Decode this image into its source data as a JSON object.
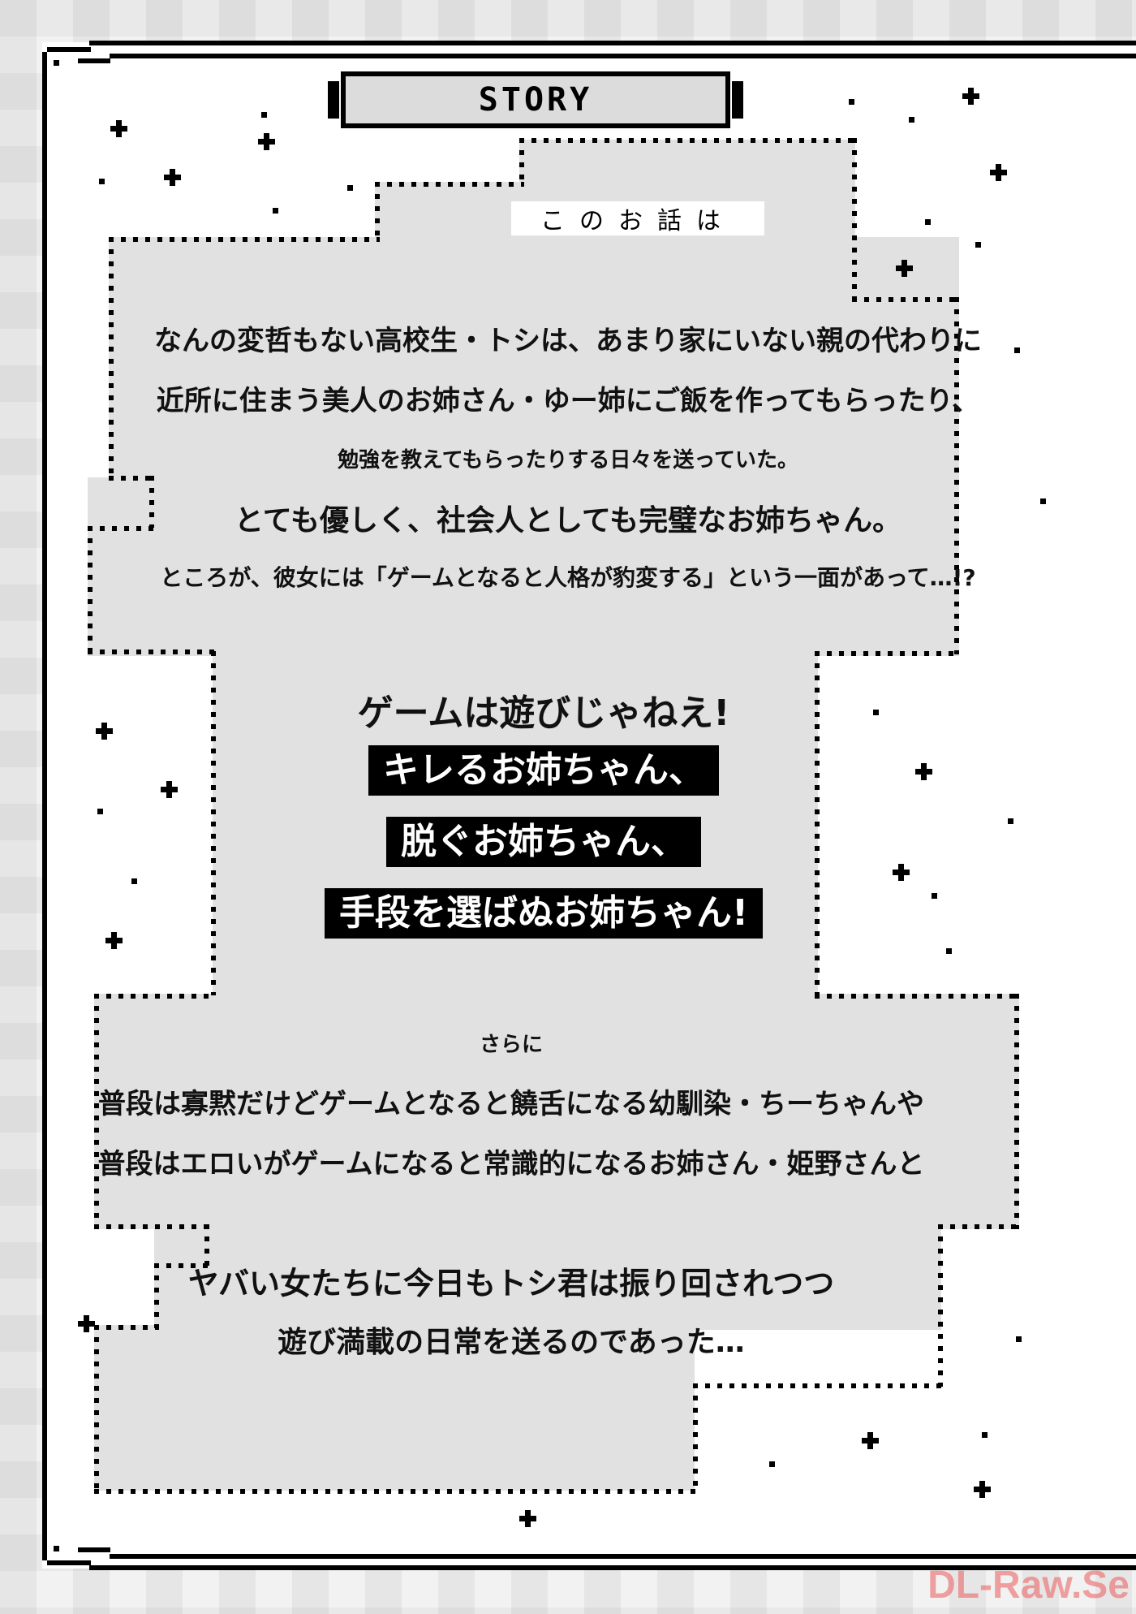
{
  "banner": {
    "title": "STORY"
  },
  "intro_label": "このお話は",
  "section1": {
    "lines": [
      "なんの変哲もない高校生・トシは、あまり家にいない親の代わりに",
      "近所に住まう美人のお姉さん・ゆー姉にご飯を作ってもらったり、",
      "勉強を教えてもらったりする日々を送っていた。",
      "とても優しく、社会人としても完璧なお姉ちゃん。",
      "ところが、彼女には「ゲームとなると人格が豹変する」という一面があって…!?"
    ]
  },
  "section2": {
    "heading": "ゲームは遊びじゃねえ!",
    "highlights": [
      "キレるお姉ちゃん、",
      "脱ぐお姉ちゃん、",
      "手段を選ばぬお姉ちゃん!"
    ]
  },
  "section3": {
    "lead": "さらに",
    "lines": [
      "普段は寡黙だけどゲームとなると饒舌になる幼馴染・ちーちゃんや",
      "普段はエロいがゲームになると常識的になるお姉さん・姫野さんと"
    ]
  },
  "section4": {
    "lines": [
      "ヤバい女たちに今日もトシ君は振り回されつつ",
      "遊び満載の日常を送るのであった…"
    ]
  },
  "watermark": "DL-Raw.Se",
  "colors": {
    "panel_gray": "#e1e1e1",
    "ink": "#000000",
    "watermark": "#eb5a5a"
  }
}
